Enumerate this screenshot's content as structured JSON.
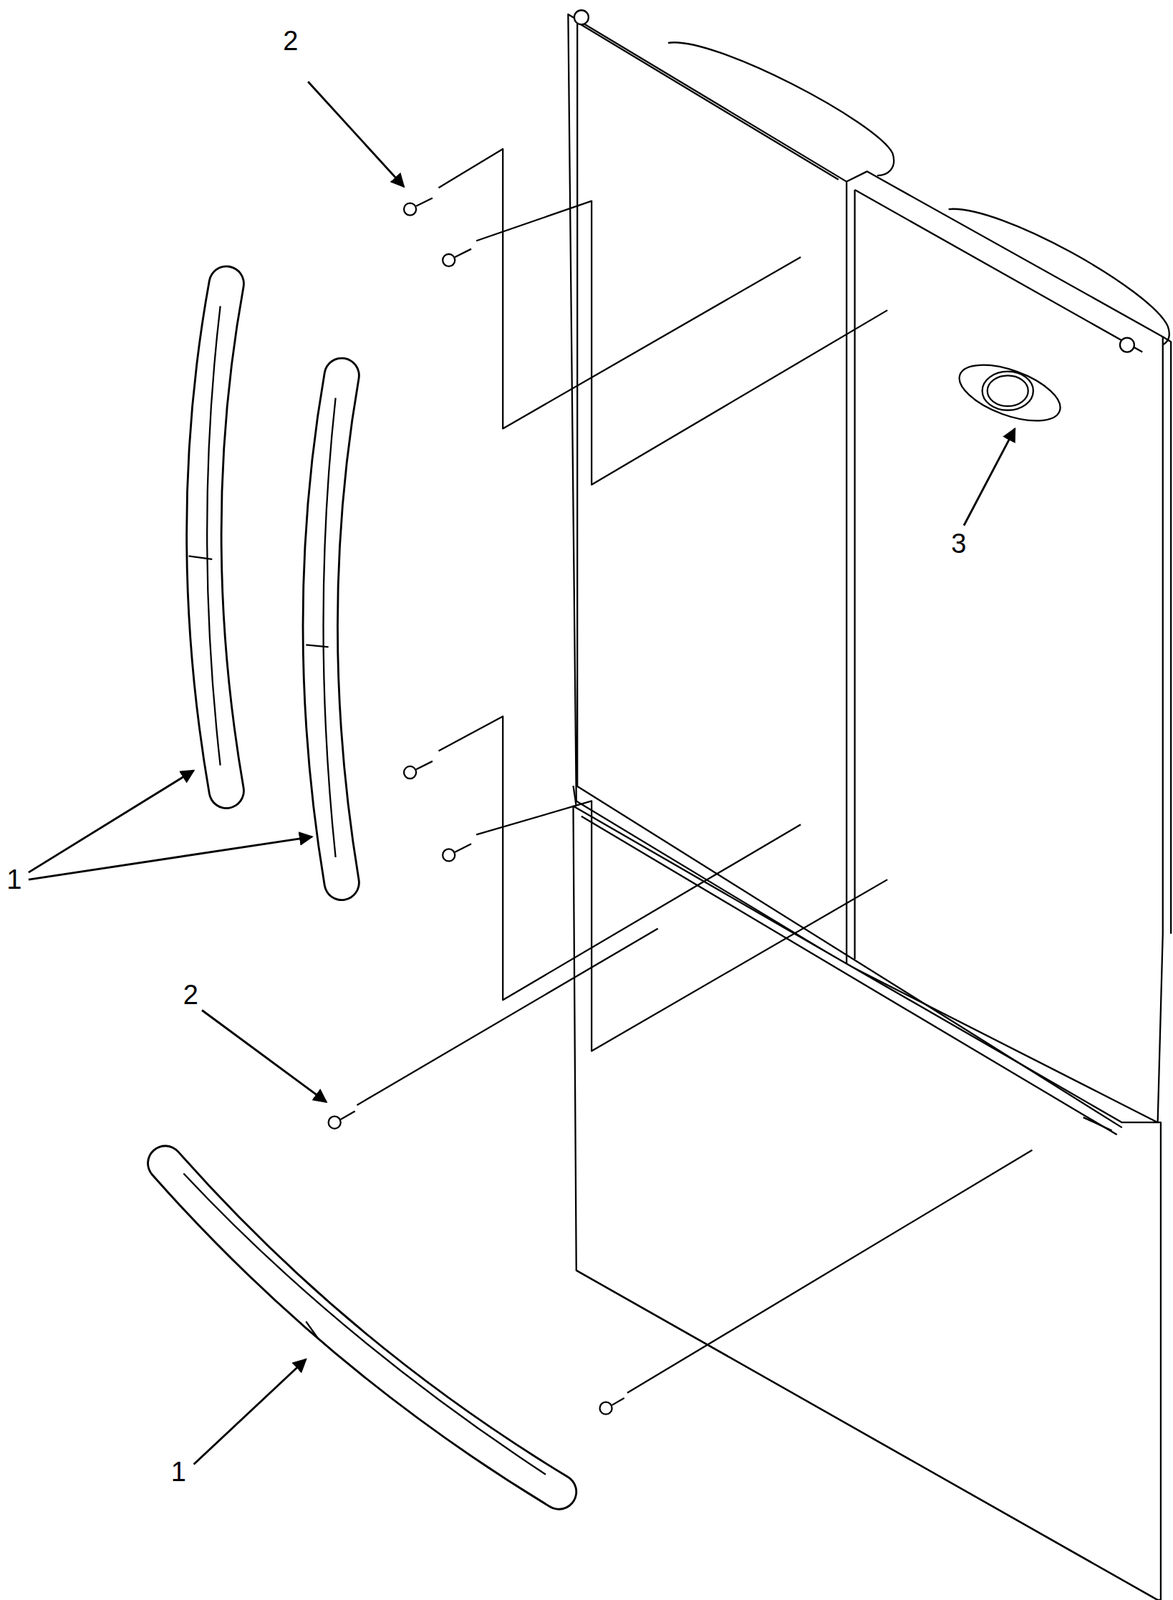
{
  "diagram": {
    "labels": [
      "2",
      "3",
      "1",
      "2",
      "1"
    ]
  }
}
